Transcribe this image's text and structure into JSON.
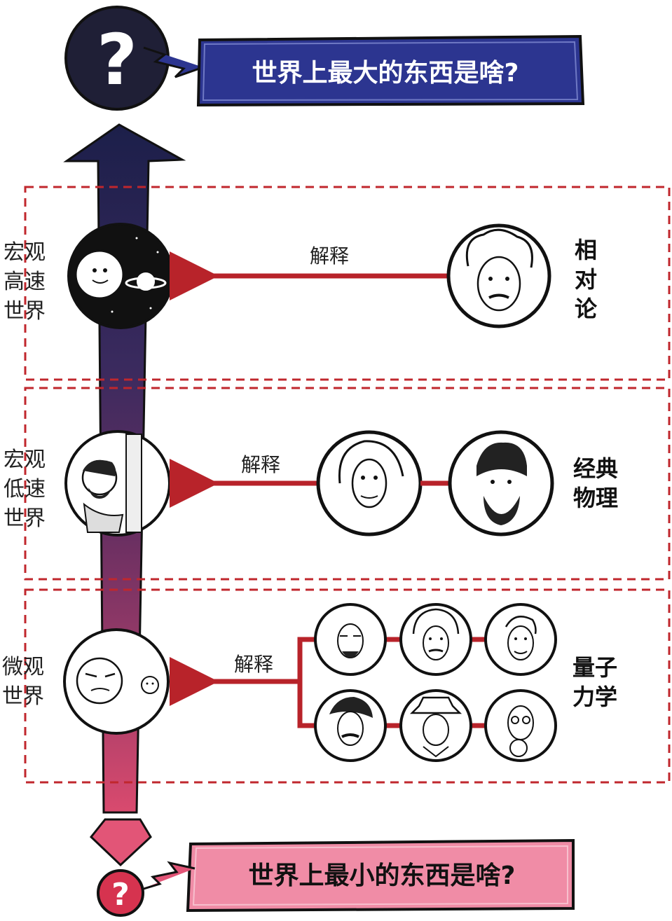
{
  "top_question": "世界上最大的东西是啥?",
  "bottom_question": "世界上最小的东西是啥?",
  "question_mark": "?",
  "regions": [
    {
      "label_lines": [
        "宏观",
        "高速",
        "世界"
      ],
      "explain": "解释",
      "theory_lines": [
        "相",
        "对",
        "论"
      ]
    },
    {
      "label_lines": [
        "宏观",
        "低速",
        "世界"
      ],
      "explain": "解释",
      "theory_lines": [
        "经典",
        "物理"
      ]
    },
    {
      "label_lines": [
        "微观",
        "世界"
      ],
      "explain": "解释",
      "theory_lines": [
        "量子",
        "力学"
      ]
    }
  ],
  "colors": {
    "top_box": "#2c3590",
    "bottom_box": "#f08ca6",
    "arrow_red": "#b8232a",
    "dashed_border": "#c0272d",
    "shaft_top": "#1c1f4a",
    "shaft_bottom": "#d94a6e"
  },
  "icons": [
    "question-icon",
    "planets-icon",
    "caveman-icon",
    "particles-icon",
    "scientist-portrait-icon"
  ]
}
